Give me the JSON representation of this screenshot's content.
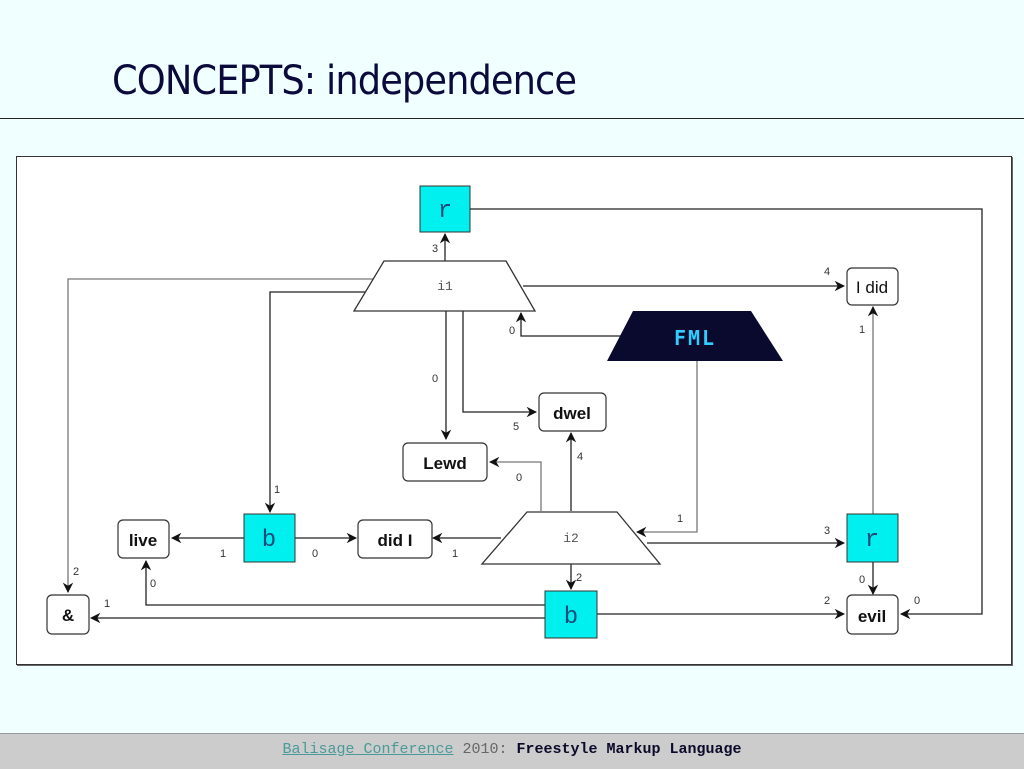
{
  "slide": {
    "title": "CONCEPTS: independence"
  },
  "diagram": {
    "colors": {
      "cyan": "#00f0f0",
      "fml_bg": "#0a0a2e",
      "fml_text": "#33ccff",
      "edge": "#222222",
      "edge_gray": "#888888"
    },
    "nodes": {
      "r_top": "r",
      "i1": "i1",
      "fml": "FML",
      "i_did": "I did",
      "dwel": "dwel",
      "lewd": "Lewd",
      "live": "live",
      "b_left": "b",
      "did_i": "did I",
      "i2": "i2",
      "r_right": "r",
      "amp": "&",
      "b_bottom": "b",
      "evil": "evil"
    },
    "edge_labels": {
      "i1_to_r_top": "3",
      "i1_to_i_did": "4",
      "fml_to_i1": "0",
      "i1_to_lewd": "0",
      "i1_to_dwel": "5",
      "i2_to_lewd": "0",
      "i2_to_dwel": "4",
      "i1_to_b_left": "1",
      "b_left_to_live": "1",
      "b_left_to_did_i": "0",
      "i2_to_did_i": "1",
      "fml_to_i2": "1",
      "i2_to_r_right": "3",
      "r_right_to_i_did": "1",
      "r_right_to_evil": "0",
      "i1_to_amp": "2",
      "b_bottom_to_amp": "1",
      "b_bottom_to_live": "0",
      "i2_to_b_bottom": "2",
      "b_bottom_to_evil": "2",
      "r_top_to_evil": "0"
    }
  },
  "footer": {
    "conference_link": "Balisage Conference",
    "year": "2010:",
    "talk_title": "Freestyle Markup Language"
  }
}
